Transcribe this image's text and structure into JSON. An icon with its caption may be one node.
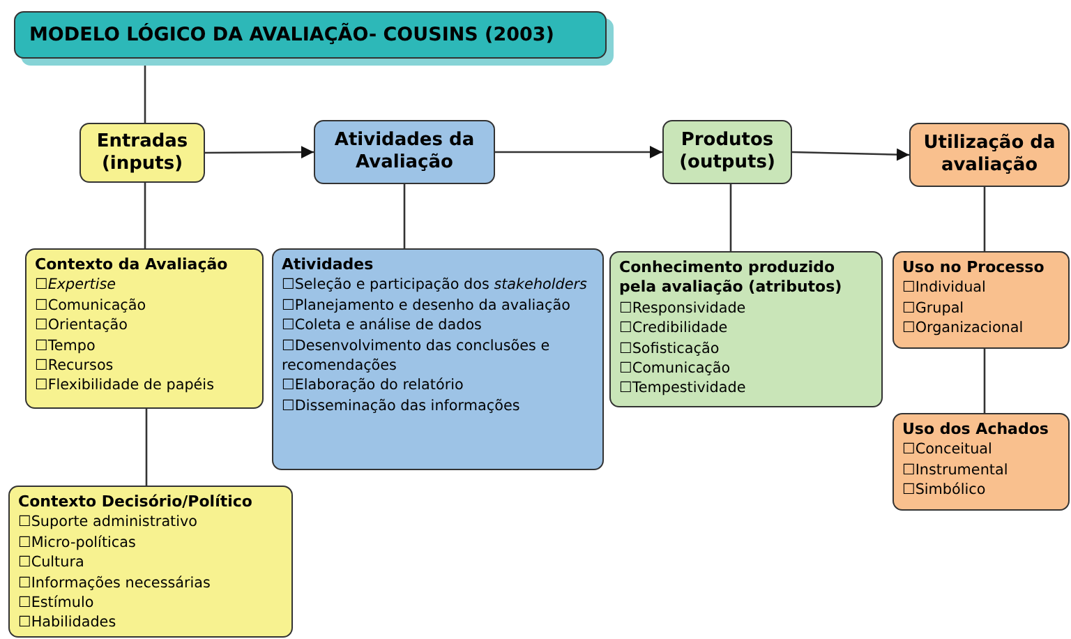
{
  "diagram": {
    "nodes": [
      {
        "text": [
          "MODELO LÓGICO DA AVALIAÇÃO- COUSINS (2003)"
        ]
      },
      {
        "text": [
          "Entradas (inputs)"
        ]
      },
      {
        "text": [
          "Atividades da Avaliação"
        ]
      },
      {
        "text": [
          "Produtos (outputs)"
        ]
      },
      {
        "text": [
          "Utilização da avaliação"
        ]
      },
      {
        "text": [
          "Contexto da Avaliação",
          "☐*Expertise*",
          "☐Comunicação",
          "☐Orientação",
          "☐Tempo",
          "☐Recursos",
          "☐Flexibilidade de papéis"
        ]
      },
      {
        "text": [
          "Contexto Decisório/Político",
          "☐Suporte administrativo",
          "☐Micro-políticas",
          "☐Cultura",
          "☐Informações necessárias",
          "☐Estímulo",
          "☐Habilidades"
        ]
      },
      {
        "text": [
          "Atividades",
          "☐Seleção e participação dos *stakeholders*",
          "☐Planejamento e desenho da avaliação",
          "☐Coleta e análise de dados",
          "☐Desenvolvimento das conclusões e recomendações",
          "☐Elaboração do relatório",
          "☐Disseminação das informações"
        ]
      },
      {
        "text": [
          "Conhecimento produzido pela avaliação (atributos)",
          "☐Responsividade",
          "☐Credibilidade",
          "☐Sofisticação",
          "☐Comunicação",
          "☐Tempestividade"
        ]
      },
      {
        "text": [
          "Uso no Processo",
          "☐Individual",
          "☐Grupal",
          "☐Organizacional"
        ]
      },
      {
        "text": [
          "Uso dos Achados",
          "☐Conceitual",
          "☐Instrumental",
          "☐Simbólico"
        ]
      }
    ],
    "edges": [
      {
        "from": 0,
        "to": 1,
        "arrow": "none"
      },
      {
        "from": 1,
        "to": 2,
        "arrow": "to"
      },
      {
        "from": 2,
        "to": 3,
        "arrow": "to"
      },
      {
        "from": 3,
        "to": 4,
        "arrow": "to"
      },
      {
        "from": 1,
        "to": 5,
        "arrow": "none"
      },
      {
        "from": 5,
        "to": 6,
        "arrow": "none"
      },
      {
        "from": 2,
        "to": 7,
        "arrow": "none"
      },
      {
        "from": 3,
        "to": 8,
        "arrow": "none"
      },
      {
        "from": 4,
        "to": 9,
        "arrow": "none"
      },
      {
        "from": 9,
        "to": 10,
        "arrow": "none"
      }
    ]
  }
}
